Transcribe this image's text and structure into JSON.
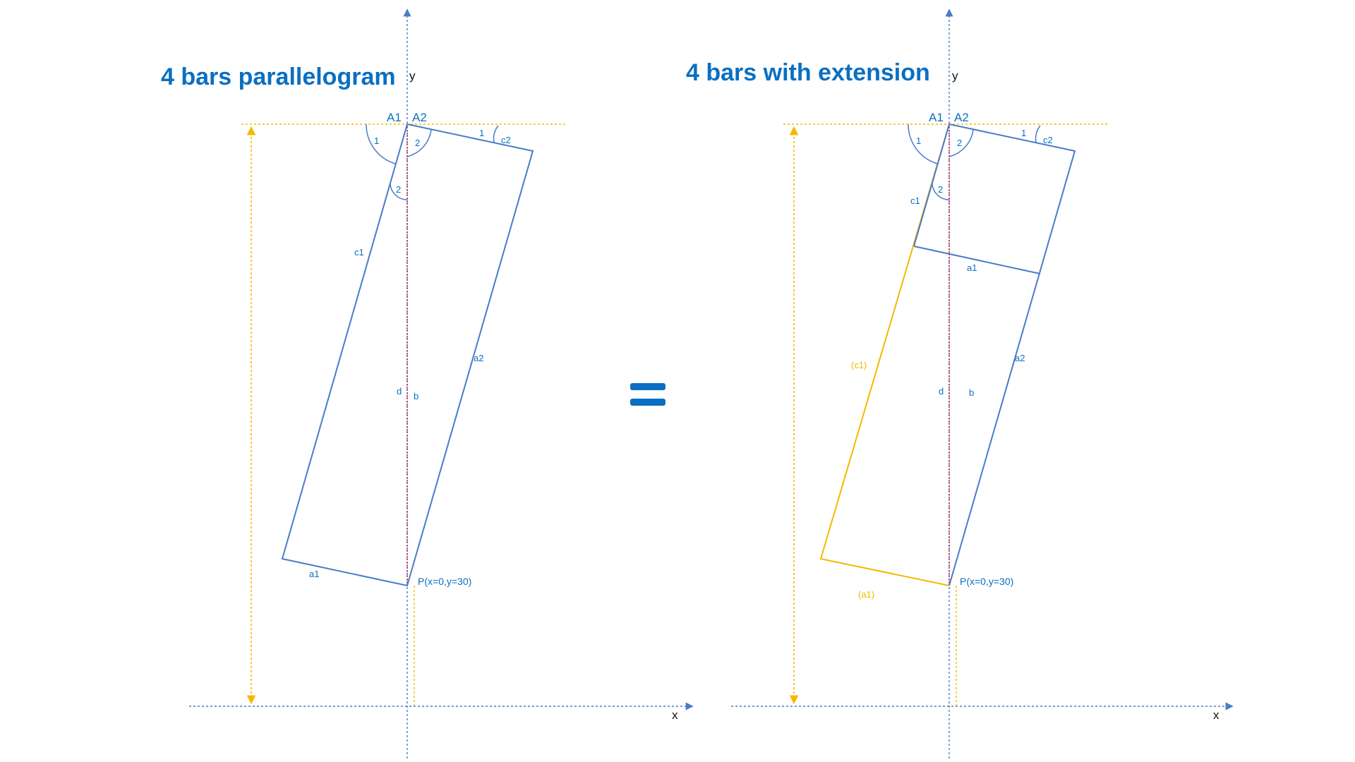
{
  "colors": {
    "accent_blue": "#0a6fc2",
    "bar_blue": "#4a7bc9",
    "axis_blue": "#4a7bc9",
    "axis_red": "#c8102e",
    "guide_orange": "#f5b800",
    "label_black": "#111111"
  },
  "left_panel": {
    "title": "4 bars parallelogram",
    "axis_y_label": "y",
    "axis_x_label": "x",
    "point_a1": "A1",
    "point_a2": "A2",
    "point_p": "P(x=0,y=30)",
    "angle_1": "1",
    "angle_2": "2",
    "angle_2_lower": "2",
    "angle_c2_1": "1",
    "bar_c1": "c1",
    "bar_c2": "c2",
    "bar_a1": "a1",
    "bar_a2": "a2",
    "bar_d": "d",
    "bar_b": "b"
  },
  "equals_icon": "equals-sign",
  "right_panel": {
    "title": "4 bars with extension",
    "axis_y_label": "y",
    "axis_x_label": "x",
    "point_a1": "A1",
    "point_a2": "A2",
    "point_p": "P(x=0,y=30)",
    "angle_1": "1",
    "angle_2": "2",
    "angle_2_lower": "2",
    "angle_c2_1": "1",
    "bar_c1": "c1",
    "bar_c2": "c2",
    "bar_a1": "a1",
    "bar_a2": "a2",
    "bar_d": "d",
    "bar_b": "b",
    "ext_c1": "(c1)",
    "ext_a1": "(a1)"
  }
}
